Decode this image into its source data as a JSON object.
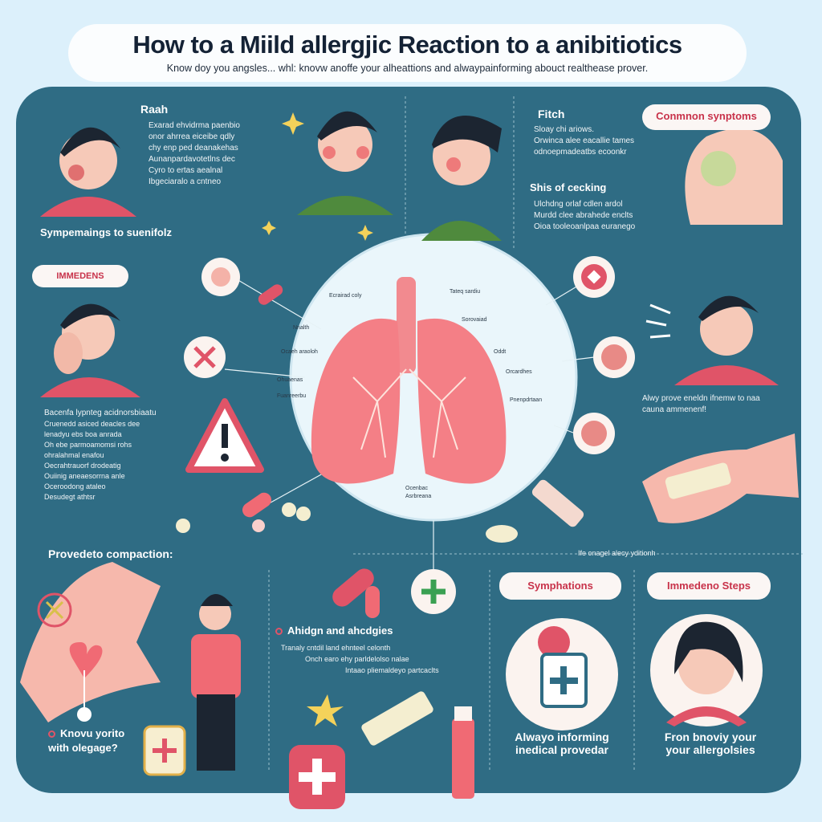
{
  "header": {
    "title": "How to a Miild allergjic Reaction  to a anibitiotics",
    "subtitle": "Know doy you angsles... whl: knovw anoffe your alheattions and alwaypainforming abouct realthease prover."
  },
  "sections": {
    "rash": {
      "title": "Raah",
      "items": [
        "Exarad ehvidrma paenbio",
        "onor ahrrea eiceibe qdly",
        "chy enp ped deanakehas",
        "Aunanpardavotetlns dec",
        "Cyro to ertas aealnal",
        "Ibgeciaralo a cntneo"
      ]
    },
    "itch": {
      "title": "Fitch",
      "items": [
        "Sloay chi ariows.",
        "Orwinca alee eacallie tames",
        "odnoepmadeatbs ecoonkr"
      ]
    },
    "swelling": {
      "title": "Shis of cecking",
      "items": [
        "Ulchdng orlaf cdlen ardol",
        "Murdd clee abrahede enclts",
        "Oioa tooleoanlpaa euranego"
      ]
    },
    "symptoms_label": "Sympemaings to suenifolz",
    "common_symptoms": "Conmnon synptoms",
    "immediate": {
      "pill": "IMMEDENS",
      "intro": "Bacenfa lypnteg acidnorsbiaatu",
      "items": [
        "Cruenedd asiced deacles dee",
        "lenadyu ebs boa anrada",
        "Oh  ebe parmoamomsi rohs",
        "ohralahmal enafou",
        "Oecrahtrauorf drodeatig",
        "Ouiinig aneaesorrna anle",
        "Oceroodong ataleo",
        "Desudegt athtsr"
      ]
    },
    "alert_text": "Alwy prove eneldn ifnemw to naa cauna ammenenf!",
    "provide_label": "Provedeto compaction:",
    "middle_note": "Ife onagel alecy yditionh",
    "allergens": {
      "title": "Ahidgn and ahcdgies",
      "items": [
        "Tranaly cntdil land ehnteel celonth",
        "Onch earo ehy parldelolso nalae",
        "Intaao pliemaldeyo partcaclts"
      ]
    },
    "know": "Knovu yorito with olegage?",
    "symptoms_pill": "Symphations",
    "steps_pill": "Immedeno Steps",
    "inform": "Alwayo informing inedical provedar",
    "allergies": "Fron bnoviy your your allergolsies",
    "lung_labels": [
      "Ecrairad coly",
      "Nnalth",
      "Ocaeh araoloh",
      "Ohuaenas",
      "Fuanreerbu",
      "Tateq sardiu",
      "Sorovaiad",
      "Oddt",
      "Orcardhes",
      "Pnenpdrtaan",
      "Ocenbac",
      "Asrbreana"
    ]
  },
  "colors": {
    "panel": "#2f6c84",
    "accent": "#e05468",
    "bg": "#dcf0fb"
  }
}
